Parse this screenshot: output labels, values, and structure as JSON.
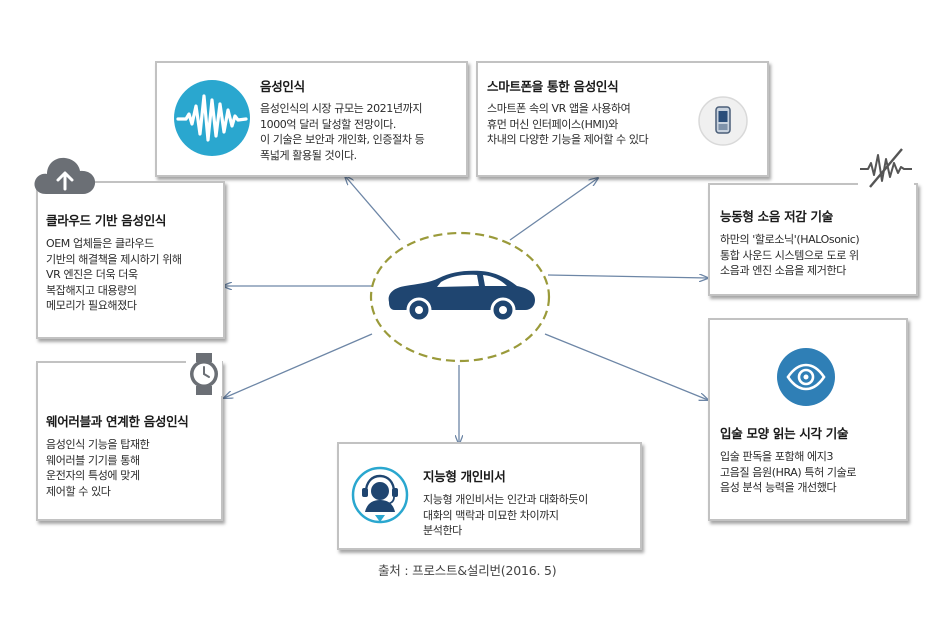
{
  "center": {
    "icon": "car-icon"
  },
  "cards": {
    "voice": {
      "icon": "sound-wave-icon",
      "title": "음성인식",
      "body": "음성인식의 시장 규모는 2021년까지\n1000억 달러 달성할 전망이다.\n이 기술은 보안과 개인화, 인증절차 등\n폭넓게 활용될 것이다."
    },
    "smartphone": {
      "icon": "smartphone-icon",
      "title": "스마트폰을 통한 음성인식",
      "body": "스마트폰 속의 VR 앱을 사용하여\n휴먼 머신 인터페이스(HMI)와\n차내의 다양한 기능을 제어할 수 있다"
    },
    "cloud": {
      "icon": "cloud-upload-icon",
      "title": "클라우드 기반 음성인식",
      "body": "OEM 업체들은 클라우드\n기반의 해결책을 제시하기 위해\nVR 엔진은 더욱 더욱\n복잡해지고  대용량의\n메모리가 필요해졌다"
    },
    "noise": {
      "icon": "noise-cancel-icon",
      "title": "능동형 소음 저감 기술",
      "body": "하만의 '할로소닉'(HALOsonic)\n통합 사운드 시스템으로 도로 위\n소음과 엔진 소음을 제거한다"
    },
    "wearable": {
      "icon": "watch-icon",
      "title": "웨어러블과 연계한 음성인식",
      "body": "음성인식 기능을 탑재한\n웨어러블 기기를 통해\n운전자의 특성에 맞게\n제어할 수 있다"
    },
    "lip": {
      "icon": "eye-icon",
      "title": "입술 모양 읽는 시각 기술",
      "body": "입술 판독을 포함해 에지3\n고음질 음원(HRA) 특허 기술로\n음성 분석 능력을 개선했다"
    },
    "assistant": {
      "icon": "headset-icon",
      "title": "지능형 개인비서",
      "body": "지능형 개인비서는 인간과 대화하듯이\n대화의 맥락과 미묘한 차이까지\n분석한다"
    }
  },
  "source": "출처 : 프로스트&설리번(2016. 5)",
  "colors": {
    "arrow": "#6d86a6",
    "ellipse_stroke": "#9a9a3a",
    "car": "#1f4570",
    "icon_blue": "#2aa7cf"
  }
}
